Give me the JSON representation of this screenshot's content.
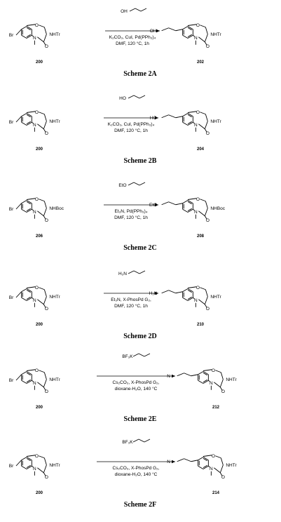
{
  "schemes": [
    {
      "caption": "Scheme 2A",
      "reagent_text": "OH",
      "conditions": [
        "K₂CO₃, CuI, Pd(PPh₃)₄",
        "DMF, 120 °C, 1h"
      ],
      "start_number": "200",
      "product_number": "202",
      "product_group": "OH",
      "amine": "NHTr"
    },
    {
      "caption": "Scheme 2B",
      "reagent_text": "HO",
      "conditions": [
        "K₂CO₃, CuI, Pd(PPh₃)₄",
        "DMF, 120 °C, 1h"
      ],
      "start_number": "200",
      "product_number": "204",
      "product_group": "HO",
      "amine": "NHTr"
    },
    {
      "caption": "Scheme 2C",
      "reagent_text": "EtO",
      "conditions": [
        "Et₃N, Pd(PPh₃)₄",
        "DMF, 120 °C, 1h"
      ],
      "start_number": "206",
      "product_number": "208",
      "product_group": "EtO",
      "amine": "NHBoc"
    },
    {
      "caption": "Scheme 2D",
      "reagent_text": "H₂N",
      "conditions": [
        "Et₃N, X-PhosPd G₂,",
        "DMF, 120 °C, 1h"
      ],
      "start_number": "200",
      "product_number": "210",
      "product_group": "H₂N",
      "amine": "NHTr"
    },
    {
      "caption": "Scheme 2E",
      "reagent_text": "BF₃K",
      "conditions": [
        "Cs₂CO₃, X-PhosPd G₂,",
        "dioxane-H₂O, 140 °C"
      ],
      "start_number": "200",
      "product_number": "212",
      "product_group": "N",
      "amine": "NHTr"
    },
    {
      "caption": "Scheme 2F",
      "reagent_text": "BF₃K",
      "conditions": [
        "Cs₂CO₃, X-PhosPd G₂,",
        "dioxane-H₂O, 140 °C"
      ],
      "start_number": "200",
      "product_number": "214",
      "product_group": "N",
      "amine": "NHTr"
    }
  ],
  "atoms": {
    "br": "Br",
    "o": "O",
    "n": "N"
  }
}
